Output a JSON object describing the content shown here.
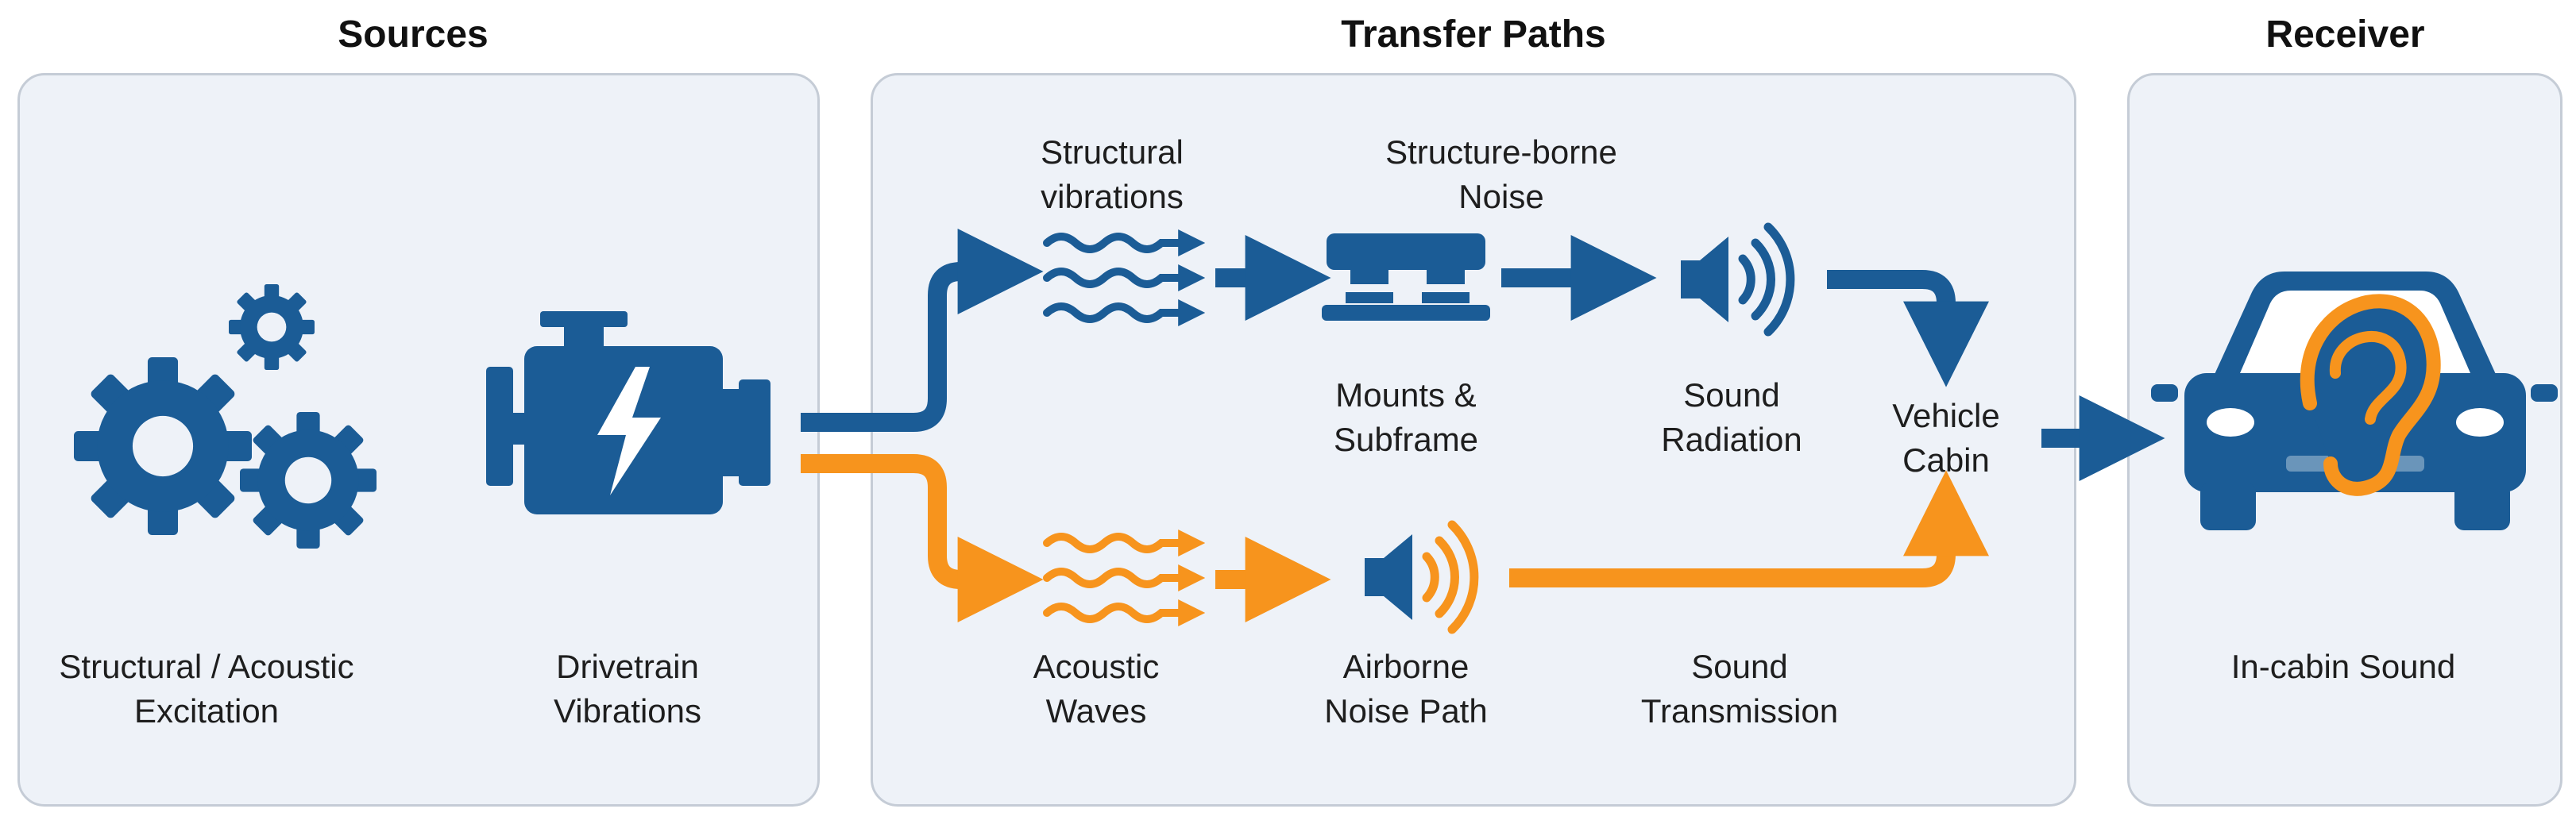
{
  "colors": {
    "blue": "#1b5c96",
    "orange": "#f7941d",
    "panel_bg": "#eef2f8",
    "panel_border": "#c5ccd6",
    "text": "#1e1e1e"
  },
  "headings": {
    "sources": "Sources",
    "transfer_paths": "Transfer Paths",
    "receiver": "Receiver"
  },
  "labels": {
    "structural_acoustic_excitation": "Structural / Acoustic\nExcitation",
    "drivetrain_vibrations": "Drivetrain\nVibrations",
    "structural_vibrations": "Structural\nvibrations",
    "structure_borne_noise": "Structure-borne\nNoise",
    "mounts_subframe": "Mounts &\nSubframe",
    "sound_radiation": "Sound\nRadiation",
    "vehicle_cabin": "Vehicle\nCabin",
    "acoustic_waves": "Acoustic\nWaves",
    "airborne_noise_path": "Airborne\nNoise Path",
    "sound_transmission": "Sound\nTransmission",
    "in_cabin_sound": "In-cabin Sound"
  },
  "icons": {
    "gears": "gears-icon",
    "engine": "engine-icon",
    "wave_structural": "wave-icon",
    "mount": "mount-icon",
    "speaker_structural": "speaker-icon",
    "wave_acoustic": "wave-icon",
    "speaker_airborne": "speaker-icon",
    "car_ear": "car-ear-icon"
  }
}
